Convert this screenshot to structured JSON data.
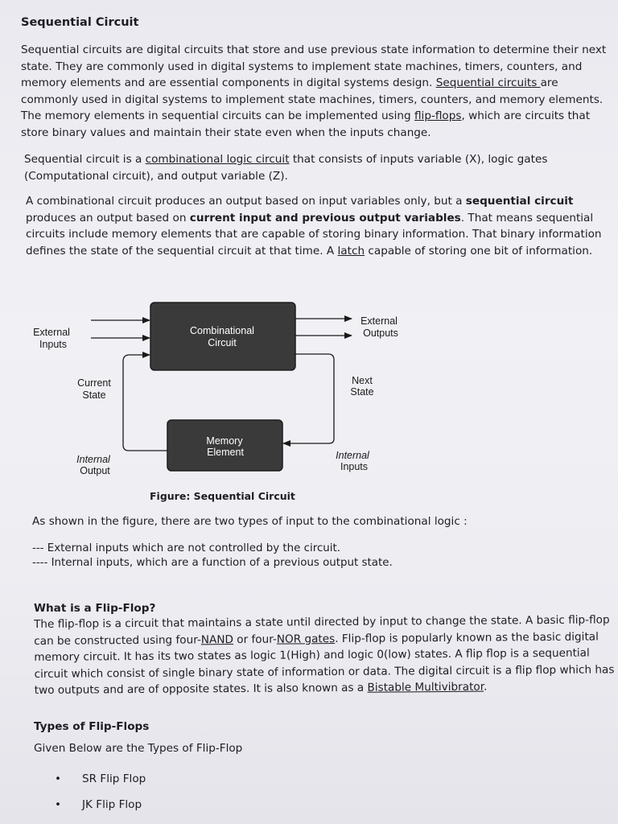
{
  "title": "Sequential Circuit",
  "para1": {
    "t1": "Sequential circuits are digital circuits that store and use previous state information to determine their next state. They are commonly used in digital systems to implement state machines, timers, counters, and memory elements and are essential components in digital systems design. ",
    "link1": "Sequential circuits ",
    "t2": "are commonly used in digital systems to implement state machines, timers, counters, and memory elements. The memory elements in sequential circuits can be implemented using ",
    "link2": "flip-flops",
    "t3": ", which are circuits that store binary values and maintain their state even when the inputs change."
  },
  "para2": {
    "t1": "Sequential circuit is a ",
    "link1": "combinational logic circuit",
    "t2": " that consists of inputs variable (X), logic gates (Computational circuit), and output variable (Z)."
  },
  "para3": {
    "t1": "A combinational circuit produces an output based on input variables only, but a ",
    "b1": "sequential circuit",
    "t2": " produces an output based on ",
    "b2": "current input and previous output variables",
    "t3": ". That means sequential circuits include memory elements that are capable of storing binary information. That binary information defines the state of the sequential circuit at that time. A ",
    "link1": "latch",
    "t4": " capable of storing one bit of information."
  },
  "figure": {
    "ext_inputs_1": "External",
    "ext_inputs_2": "Inputs",
    "comb_1": "Combinational",
    "comb_2": "Circuit",
    "ext_outputs_1": "External",
    "ext_outputs_2": "Outputs",
    "current_1": "Current",
    "current_2": "State",
    "next_1": "Next",
    "next_2": "State",
    "mem_1": "Memory",
    "mem_2": "Element",
    "int_output_1": "Internal",
    "int_output_2": "Output",
    "int_inputs_1": "Internal",
    "int_inputs_2": "Inputs",
    "caption": "Figure: Sequential Circuit"
  },
  "para4": "As shown in the figure, there are two types of input to the combinational logic :",
  "dash1": {
    "dash": "---",
    "text": " External inputs which are not controlled by the circuit."
  },
  "dash2": {
    "dash": "----",
    "text": " Internal inputs, which are a function of a previous output state."
  },
  "heading2": "What is a Flip-Flop?",
  "para5": {
    "t1": "The flip-flop is a circuit that maintains a state until directed by input to change the state. A basic flip-flop can be constructed using four-",
    "link1": "NAND",
    "t2": " or four-",
    "link2": "NOR gates",
    "t3": ". Flip-flop is popularly known as the basic digital memory circuit. It has its two states as logic 1(High) and logic 0(low) states. A flip flop is a sequential circuit which consist of single binary state of information or data. The digital circuit is a flip flop which has two outputs and are of opposite states. It is also known as a ",
    "link3": "Bistable Multivibrator",
    "t4": "."
  },
  "heading3": "Types of Flip-Flops",
  "given": "Given Below are the Types of Flip-Flop",
  "list": [
    {
      "bullet": "•",
      "label": "SR Flip Flop"
    },
    {
      "bullet": "•",
      "label": "JK Flip Flop"
    }
  ]
}
